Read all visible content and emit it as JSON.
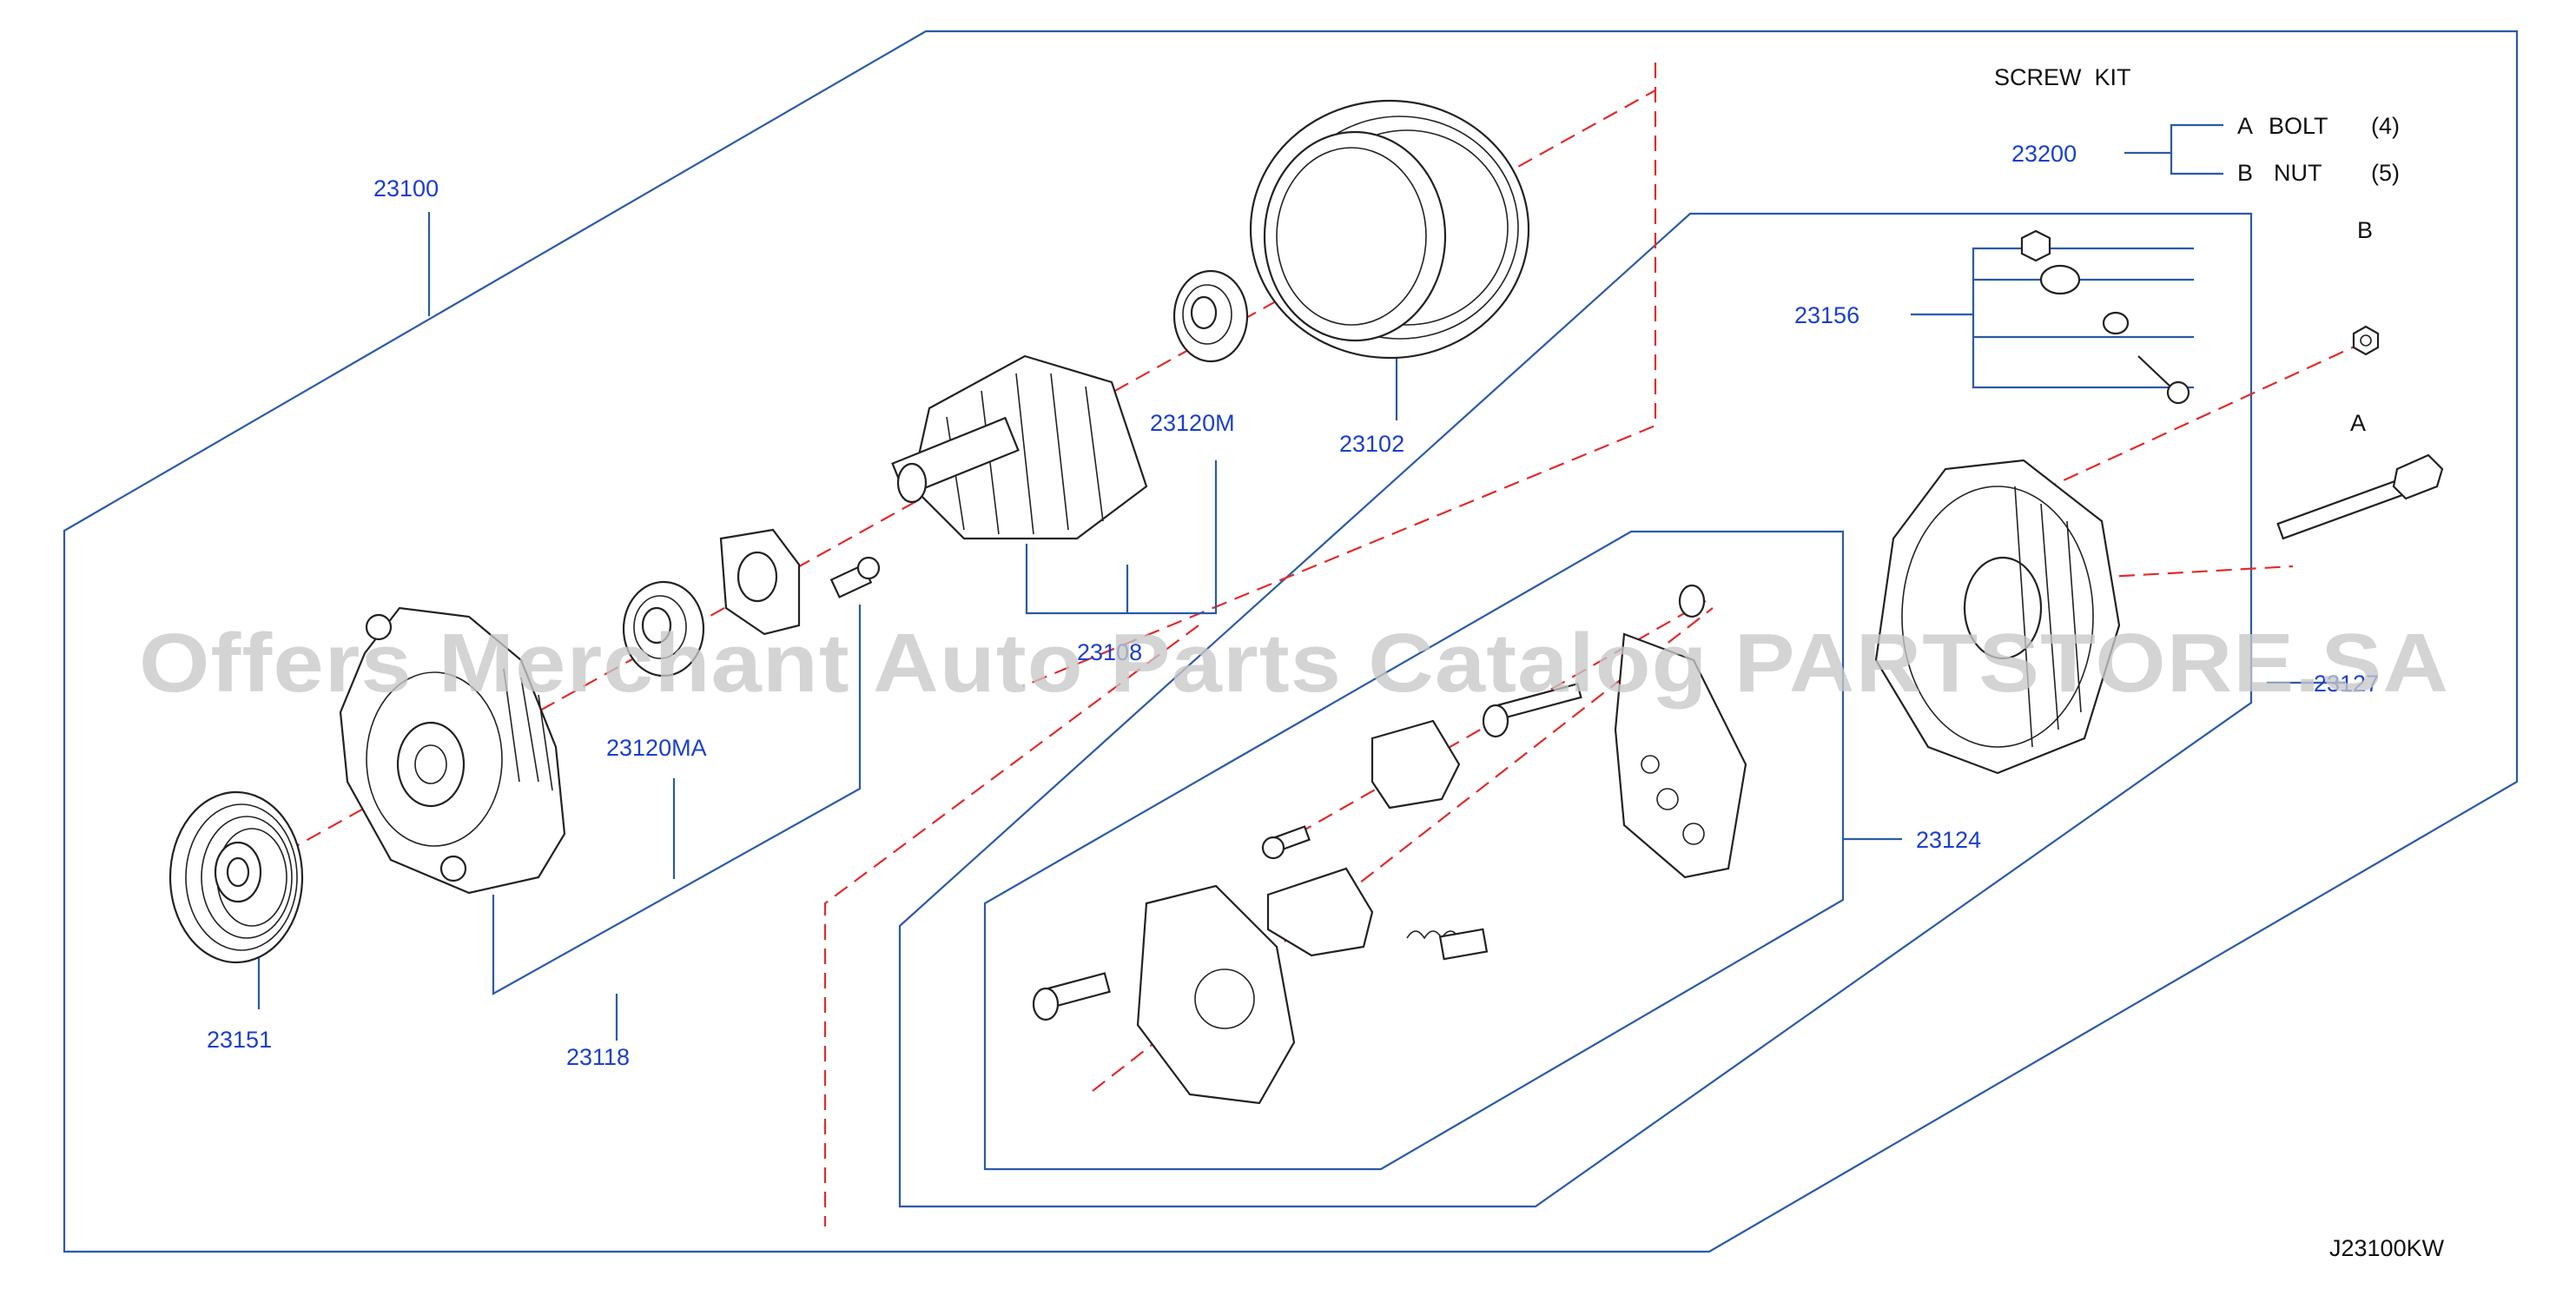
{
  "part_numbers": {
    "assembly": "23100",
    "stator": "23102",
    "rotor": "23108",
    "bearing_m": "23120M",
    "bearing_ma": "23120MA",
    "front_cover": "23118",
    "pulley": "23151",
    "terminal_set": "23156",
    "rear_cover": "23127",
    "regulator_set": "23124"
  },
  "screw_kit": {
    "title": "SCREW  KIT",
    "part_number": "23200",
    "items": [
      {
        "letter": "A",
        "name": "BOLT",
        "qty": "(4)"
      },
      {
        "letter": "B",
        "name": "NUT",
        "qty": "(5)"
      }
    ]
  },
  "callouts": {
    "bolt_letter": "A",
    "nut_letter": "B"
  },
  "diagram_code": "J23100KW",
  "watermark": "Offers Merchant Auto Parts Catalog PARTSTORE.SA",
  "colors": {
    "frame": "#2b5aa8",
    "part_number_text": "#1a3fd0",
    "axis_dash": "#e02b2b",
    "watermark": "#c8c8c8"
  }
}
